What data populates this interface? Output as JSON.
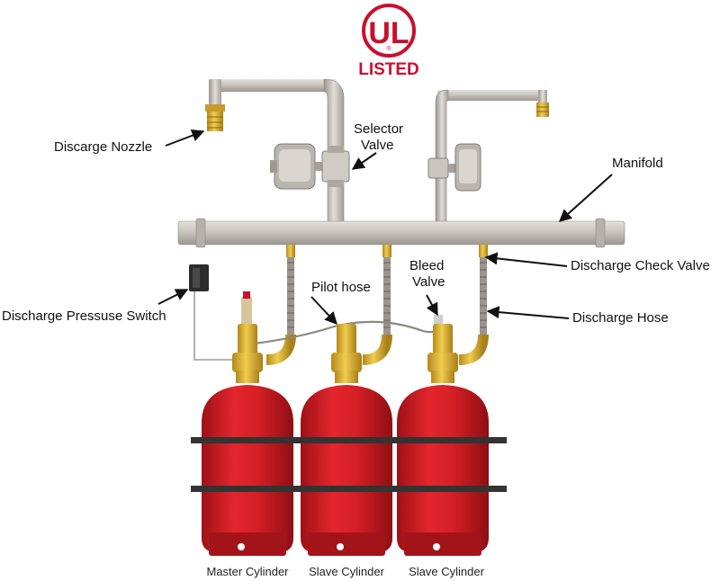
{
  "logo": {
    "mark": "UL",
    "registered": "®",
    "text": "LISTED",
    "color": "#c8102e"
  },
  "labels": {
    "discharge_nozzle": "Discarge Nozzle",
    "selector_valve_line1": "Selector",
    "selector_valve_line2": "Valve",
    "manifold": "Manifold",
    "pilot_hose": "Pilot hose",
    "bleed_valve_line1": "Bleed",
    "bleed_valve_line2": "Valve",
    "discharge_check_valve": "Discharge Check Valve",
    "discharge_pressure_switch": "Discharge Pressuse Switch",
    "discharge_hose": "Discharge Hose"
  },
  "cylinders": [
    {
      "caption": "Master Cylinder"
    },
    {
      "caption": "Slave Cylinder"
    },
    {
      "caption": "Slave Cylinder"
    }
  ],
  "colors": {
    "cylinder": "#d91f26",
    "cylinder_dark": "#a5141a",
    "brass": "#e0b53a",
    "pipe": "#c9c5c0",
    "strap": "#3a3a3a"
  }
}
